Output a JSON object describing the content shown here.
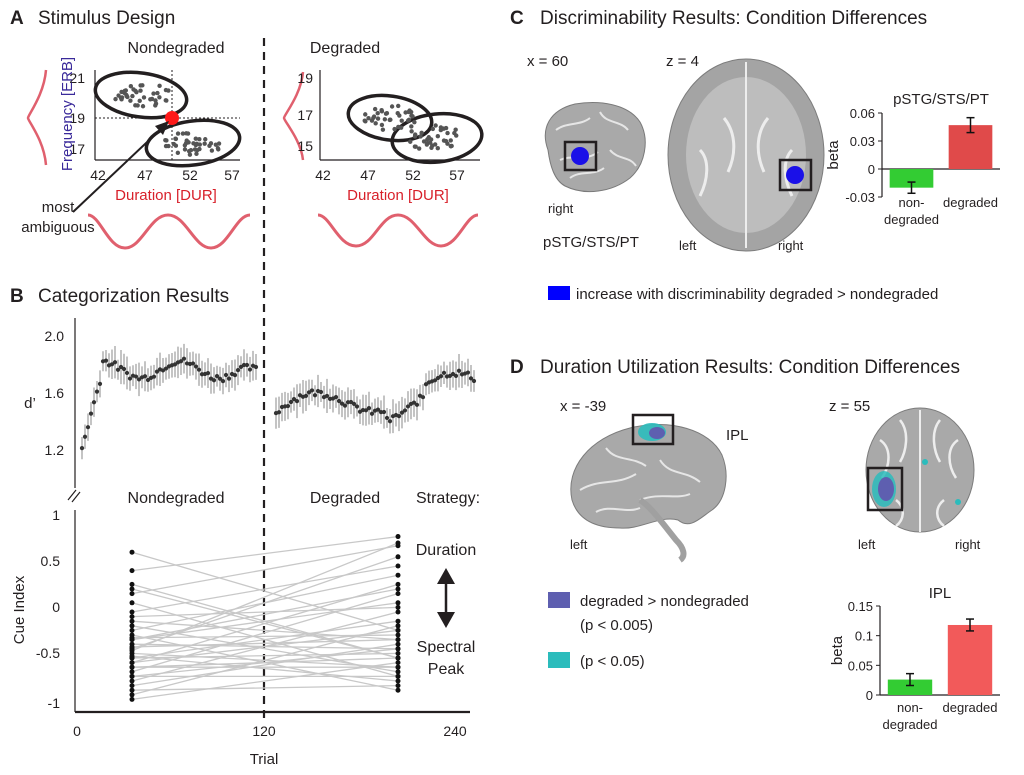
{
  "panels": {
    "A": {
      "label": "A",
      "title": "Stimulus Design",
      "nondegraded": "Nondegraded",
      "degraded": "Degraded",
      "ylabel": "Frequency [ERB]",
      "xlabel": "Duration [DUR]",
      "xticks": [
        "42",
        "47",
        "52",
        "57"
      ],
      "yticks_nondegraded": [
        "21",
        "19",
        "17"
      ],
      "yticks_degraded": [
        "19",
        "17",
        "15"
      ],
      "annotation_line1": "most",
      "annotation_line2": "ambiguous"
    },
    "B": {
      "label": "B",
      "title": "Categorization Results",
      "top_ylabel": "d’",
      "top_yticks": [
        "2.0",
        "1.6",
        "1.2"
      ],
      "nondegraded": "Nondegraded",
      "degraded": "Degraded",
      "strategy": "Strategy:",
      "duration": "Duration",
      "spectral_line1": "Spectral",
      "spectral_line2": "Peak",
      "bottom_ylabel": "Cue Index",
      "bottom_yticks": [
        "1",
        "0.5",
        "0",
        "-0.5",
        "-1"
      ],
      "xticks": [
        "0",
        "120",
        "240"
      ],
      "xlabel": "Trial"
    },
    "C": {
      "label": "C",
      "title": "Discriminability Results: Condition Differences",
      "coord_x": "x = 60",
      "coord_z": "z = 4",
      "right1": "right",
      "region": "pSTG/STS/PT",
      "left": "left",
      "right2": "right",
      "legend": "increase with discriminability degraded > nondegraded",
      "legend_color": "#0000ff"
    },
    "D": {
      "label": "D",
      "title": "Duration Utilization Results: Condition Differences",
      "coord_x": "x = -39",
      "coord_z": "z = 55",
      "region": "IPL",
      "left1": "left",
      "left2": "left",
      "right": "right",
      "legend1_line1": "degraded > nondegraded",
      "legend1_line2": "(p < 0.005)",
      "legend1_color": "#5e5fb0",
      "legend2": "(p < 0.05)",
      "legend2_color": "#2bbcbc"
    }
  },
  "chart_data": [
    {
      "type": "bar",
      "title": "pSTG/STS/PT",
      "categories": [
        "non-\ndegraded",
        "degraded"
      ],
      "category_lines": [
        [
          "non-",
          "degraded"
        ],
        [
          "degraded"
        ]
      ],
      "values": [
        -0.02,
        0.047
      ],
      "errors": [
        0.006,
        0.008
      ],
      "colors": [
        "#33cc33",
        "#e04a4a"
      ],
      "ylabel": "beta",
      "yticks": [
        -0.03,
        0,
        0.03,
        0.06
      ],
      "ytick_labels": [
        "-0.03",
        "0",
        "0.03",
        "0.06"
      ],
      "ylim": [
        -0.03,
        0.06
      ]
    },
    {
      "type": "bar",
      "title": "IPL",
      "categories": [
        "non-\ndegraded",
        "degraded"
      ],
      "category_lines": [
        [
          "non-",
          "degraded"
        ],
        [
          "degraded"
        ]
      ],
      "values": [
        0.026,
        0.118
      ],
      "errors": [
        0.01,
        0.01
      ],
      "colors": [
        "#33cc33",
        "#f25a5a"
      ],
      "ylabel": "beta",
      "yticks": [
        0,
        0.05,
        0.1,
        0.15
      ],
      "ytick_labels": [
        "0",
        "0.05",
        "0.1",
        "0.15"
      ],
      "ylim": [
        0,
        0.15
      ]
    }
  ]
}
